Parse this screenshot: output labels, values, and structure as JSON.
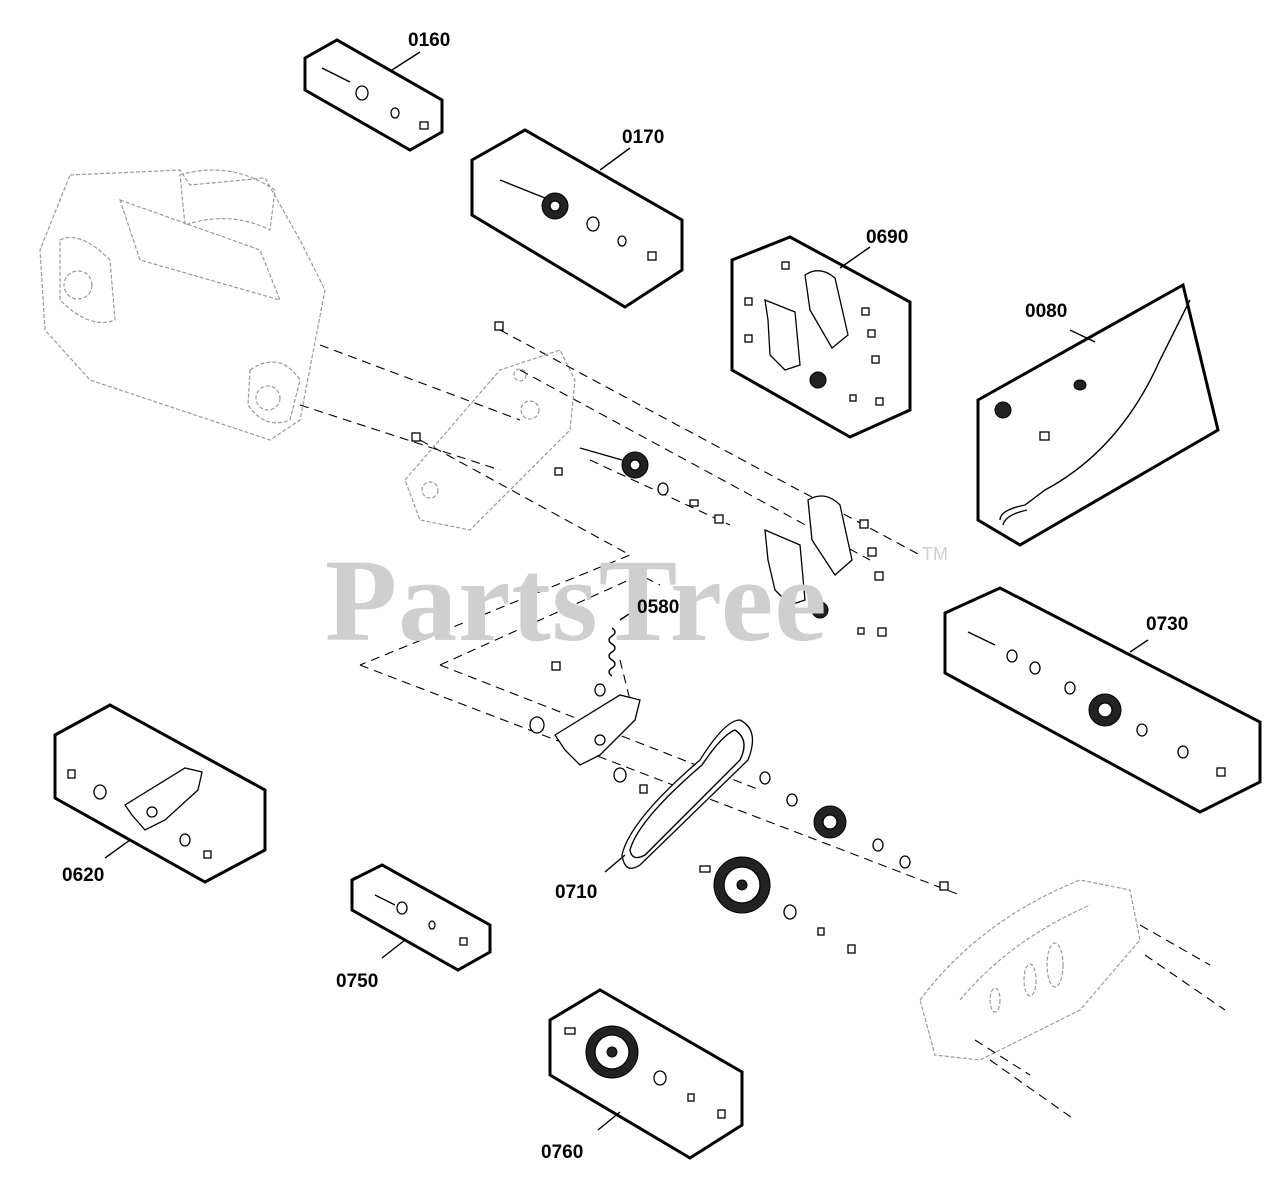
{
  "watermark": {
    "text": "PartsTree",
    "trademark": "TM"
  },
  "callouts": {
    "c0160": "0160",
    "c0170": "0170",
    "c0690": "0690",
    "c0080": "0080",
    "c0580": "0580",
    "c0730": "0730",
    "c0620": "0620",
    "c0710": "0710",
    "c0750": "0750",
    "c0760": "0760"
  }
}
